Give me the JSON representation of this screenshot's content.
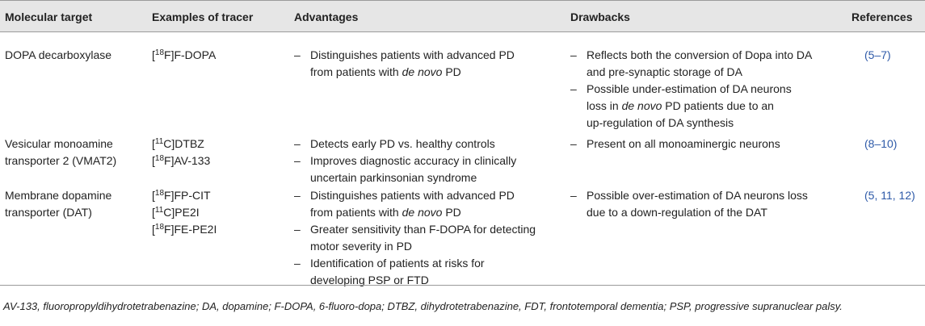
{
  "headers": {
    "target": "Molecular target",
    "tracer": "Examples of tracer",
    "advantages": "Advantages",
    "drawbacks": "Drawbacks",
    "references": "References"
  },
  "rows": [
    {
      "target": [
        "DOPA decarboxylase"
      ],
      "tracers": [
        {
          "iso": "18",
          "rest": "F]F-DOPA"
        }
      ],
      "advantages": [
        [
          "Distinguishes patients with advanced PD",
          "from patients with de novo PD"
        ]
      ],
      "drawbacks": [
        [
          "Reflects both the conversion of Dopa into DA",
          "and pre-synaptic storage of DA"
        ],
        [
          "Possible under-estimation of DA neurons",
          "loss in de novo PD patients due to an",
          "up-regulation of DA synthesis"
        ]
      ],
      "references": "(5–7)"
    },
    {
      "target": [
        "Vesicular monoamine",
        "transporter 2 (VMAT2)"
      ],
      "tracers": [
        {
          "iso": "11",
          "rest": "C]DTBZ"
        },
        {
          "iso": "18",
          "rest": "F]AV-133"
        }
      ],
      "advantages": [
        [
          "Detects early PD vs. healthy controls"
        ],
        [
          "Improves diagnostic accuracy in clinically",
          "uncertain parkinsonian syndrome"
        ]
      ],
      "drawbacks": [
        [
          "Present on all monoaminergic neurons"
        ]
      ],
      "references": "(8–10)"
    },
    {
      "target": [
        "Membrane dopamine",
        "transporter (DAT)"
      ],
      "tracers": [
        {
          "iso": "18",
          "rest": "F]FP-CIT"
        },
        {
          "iso": "11",
          "rest": "C]PE2I"
        },
        {
          "iso": "18",
          "rest": "F]FE-PE2I"
        }
      ],
      "advantages": [
        [
          "Distinguishes patients with advanced PD",
          "from patients with de novo PD"
        ],
        [
          "Greater sensitivity than F-DOPA for detecting",
          "motor severity in PD"
        ],
        [
          "Identification of patients at risks for",
          "developing PSP or FTD"
        ]
      ],
      "drawbacks": [
        [
          "Possible over-estimation of DA neurons loss",
          "due to a down-regulation of the DAT"
        ]
      ],
      "references": "(5, 11, 12)"
    }
  ],
  "dash": "–",
  "bracket": "[",
  "footnote": "AV-133, fluoropropyldihydrotetrabenazine; DA, dopamine; F-DOPA, 6-fluoro-dopa; DTBZ, dihydrotetrabenazine, FDT, frontotemporal dementia; PSP, progressive supranuclear palsy."
}
